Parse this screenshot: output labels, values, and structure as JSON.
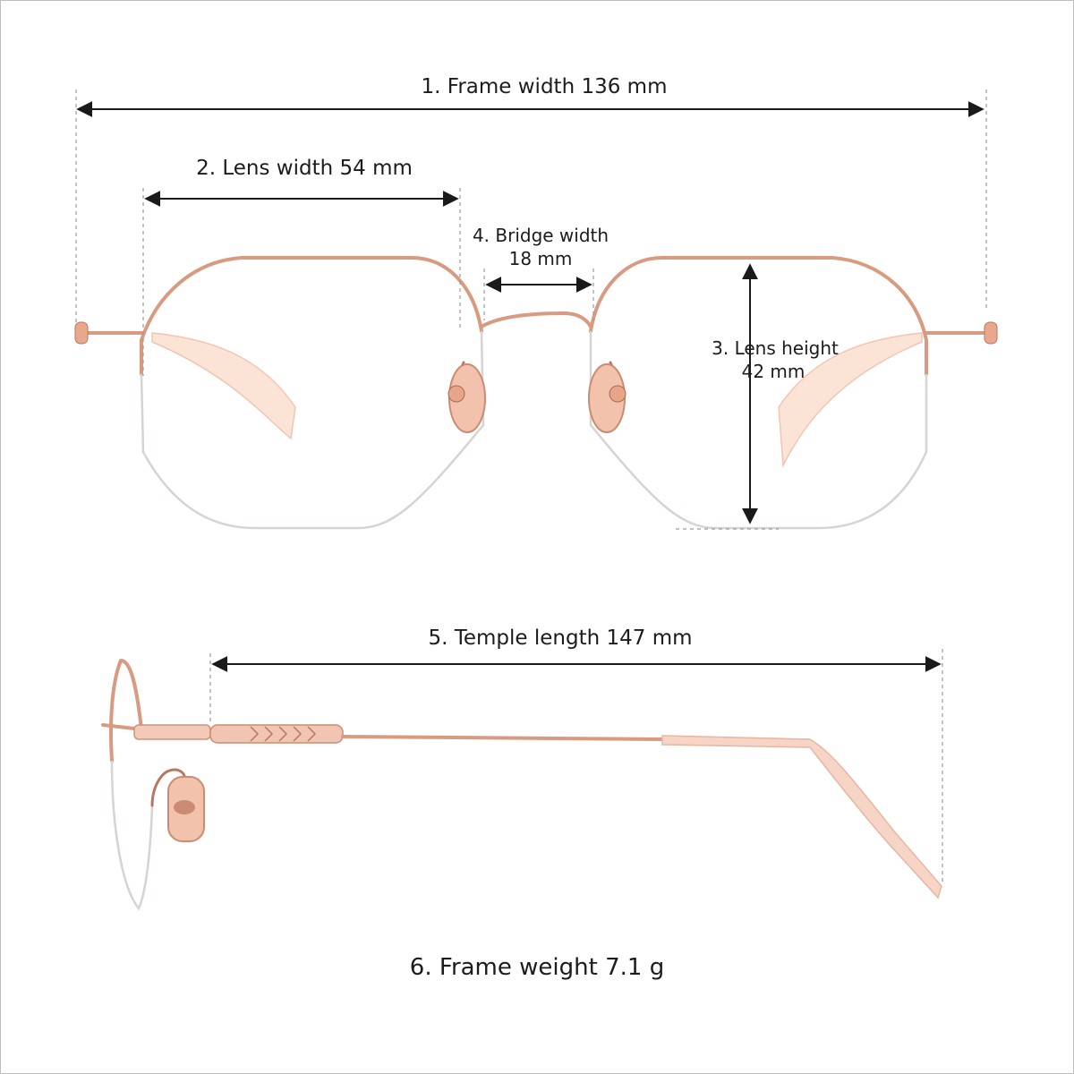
{
  "measurements": {
    "frame_width": "1. Frame width 136 mm",
    "lens_width": "2. Lens width 54 mm",
    "bridge_width_line1": "4. Bridge width",
    "bridge_width_line2": "18 mm",
    "lens_height_line1": "3. Lens height",
    "lens_height_line2": "42 mm",
    "temple_length": "5. Temple length 147 mm",
    "frame_weight": "6. Frame weight  7.1 g"
  },
  "colors": {
    "frame_metal": "#d89a80",
    "rimless_edge": "#d8d2d2",
    "temple_tip": "#f6d5c6",
    "dimension_lines": "#1a1a1a"
  }
}
